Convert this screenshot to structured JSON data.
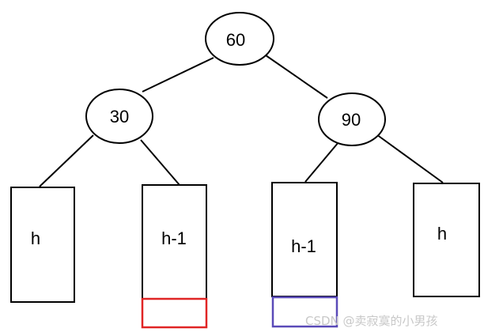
{
  "nodes": {
    "root": "60",
    "left": "30",
    "right": "90"
  },
  "subtrees": {
    "left_left": "h",
    "left_right": "h-1",
    "right_left": "h-1",
    "right_right": "h"
  },
  "colors": {
    "stroke": "#000000",
    "red_box": "#e02525",
    "blue_box": "#5a4ab8",
    "watermark": "#c8c8c8"
  },
  "watermark": "CSDN @卖寂寞的小男孩"
}
